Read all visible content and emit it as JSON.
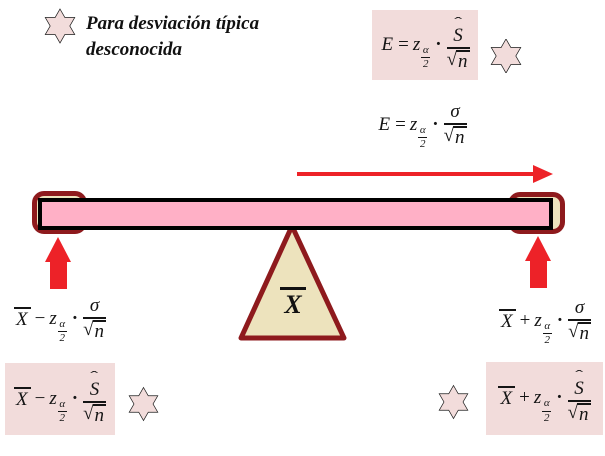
{
  "title": {
    "line1": "Para desviación típica",
    "line2": "desconocida"
  },
  "formulas": {
    "error_s_hat": {
      "lead": "E",
      "rel": "=",
      "z": "z",
      "alpha": "α",
      "two": "2",
      "dot": "·",
      "hat": "ˆ",
      "num": "S",
      "rad": "√",
      "n": "n"
    },
    "error_sigma": {
      "lead": "E",
      "rel": "=",
      "z": "z",
      "alpha": "α",
      "two": "2",
      "dot": "·",
      "num": "σ",
      "rad": "√",
      "n": "n"
    },
    "lower_sigma": {
      "lead": "X",
      "rel": "−",
      "z": "z",
      "alpha": "α",
      "two": "2",
      "dot": "·",
      "num": "σ",
      "rad": "√",
      "n": "n"
    },
    "upper_sigma": {
      "lead": "X",
      "rel": "+",
      "z": "z",
      "alpha": "α",
      "two": "2",
      "dot": "·",
      "num": "σ",
      "rad": "√",
      "n": "n"
    },
    "lower_s_hat": {
      "lead": "X",
      "rel": "−",
      "z": "z",
      "alpha": "α",
      "two": "2",
      "dot": "·",
      "hat": "ˆ",
      "num": "S",
      "rad": "√",
      "n": "n"
    },
    "upper_s_hat": {
      "lead": "X",
      "rel": "+",
      "z": "z",
      "alpha": "α",
      "two": "2",
      "dot": "·",
      "hat": "ˆ",
      "num": "S",
      "rad": "√",
      "n": "n"
    }
  },
  "diagram": {
    "fulcrum_label": "X",
    "beam_description": "balance beam with brackets at both interval endpoints",
    "star_marker": "six-pointed-star"
  },
  "colors": {
    "formula_box_pink": "#F2DCDB",
    "star_fill_pink": "#F2DCDB",
    "beam_pink": "#FFB0C6",
    "bracket_tan": "#EDE3BD",
    "bracket_maroon": "#8E1A1D",
    "arrow_red": "#ED2228",
    "beam_border_black": "#000000",
    "text_black": "#151515"
  }
}
